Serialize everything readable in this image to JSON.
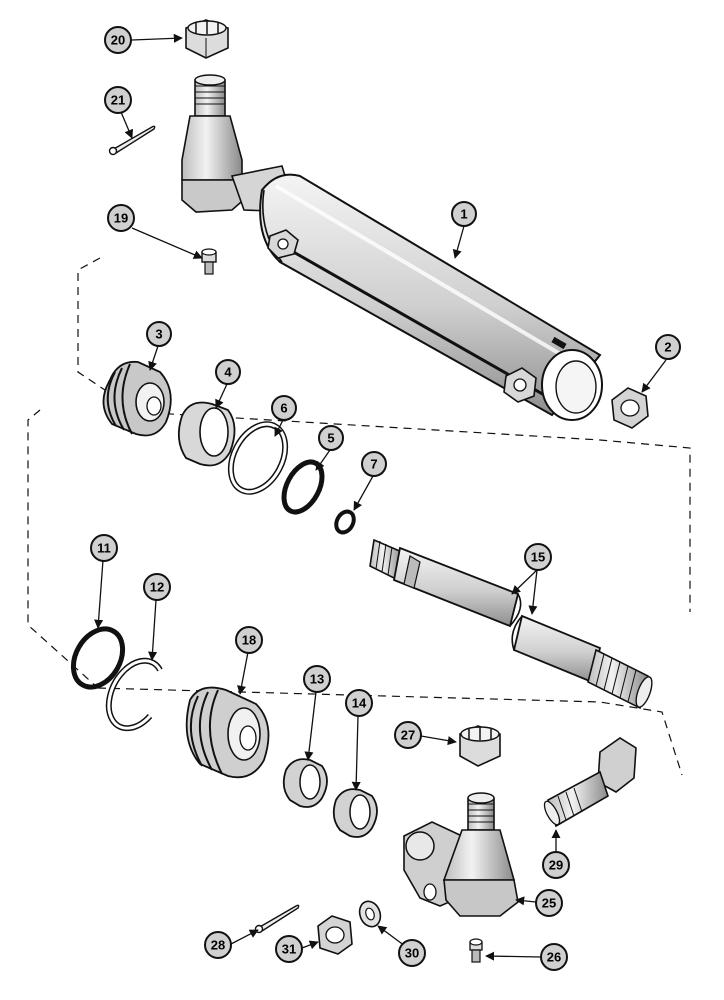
{
  "colors": {
    "ink": "#111111",
    "paper": "#ffffff",
    "shade": "#d8d8d8",
    "mid": "#9a9a9a"
  },
  "callouts": {
    "c1": "1",
    "c2": "2",
    "c3": "3",
    "c4": "4",
    "c5": "5",
    "c6": "6",
    "c7": "7",
    "c11": "11",
    "c12": "12",
    "c13": "13",
    "c14": "14",
    "c15": "15",
    "c18": "18",
    "c19": "19",
    "c20": "20",
    "c21": "21",
    "c25": "25",
    "c26": "26",
    "c27": "27",
    "c28": "28",
    "c29": "29",
    "c30": "30",
    "c31": "31"
  }
}
